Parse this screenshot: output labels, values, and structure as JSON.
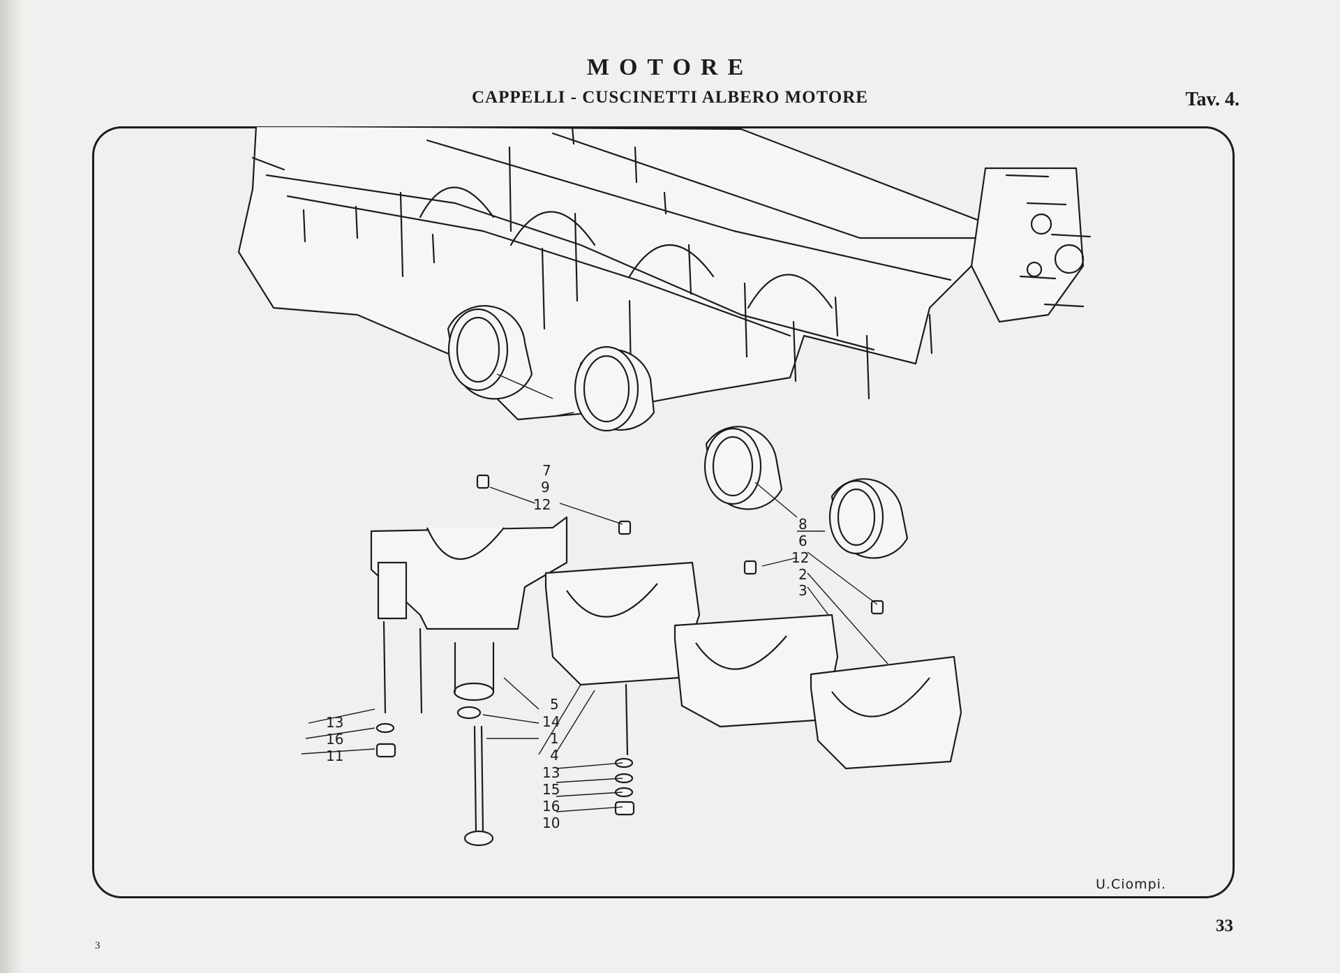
{
  "header": {
    "title": "MOTORE",
    "subtitle": "CAPPELLI - CUSCINETTI ALBERO MOTORE",
    "plate": "Tav. 4."
  },
  "diagram": {
    "callouts": [
      "7",
      "9",
      "12",
      "8",
      "6",
      "12",
      "2",
      "3",
      "13",
      "16",
      "11",
      "5",
      "14",
      "1",
      "4",
      "13",
      "15",
      "16",
      "10"
    ],
    "signature": "U.Ciompi."
  },
  "footer": {
    "page_number": "33",
    "signature_mark": "3"
  }
}
